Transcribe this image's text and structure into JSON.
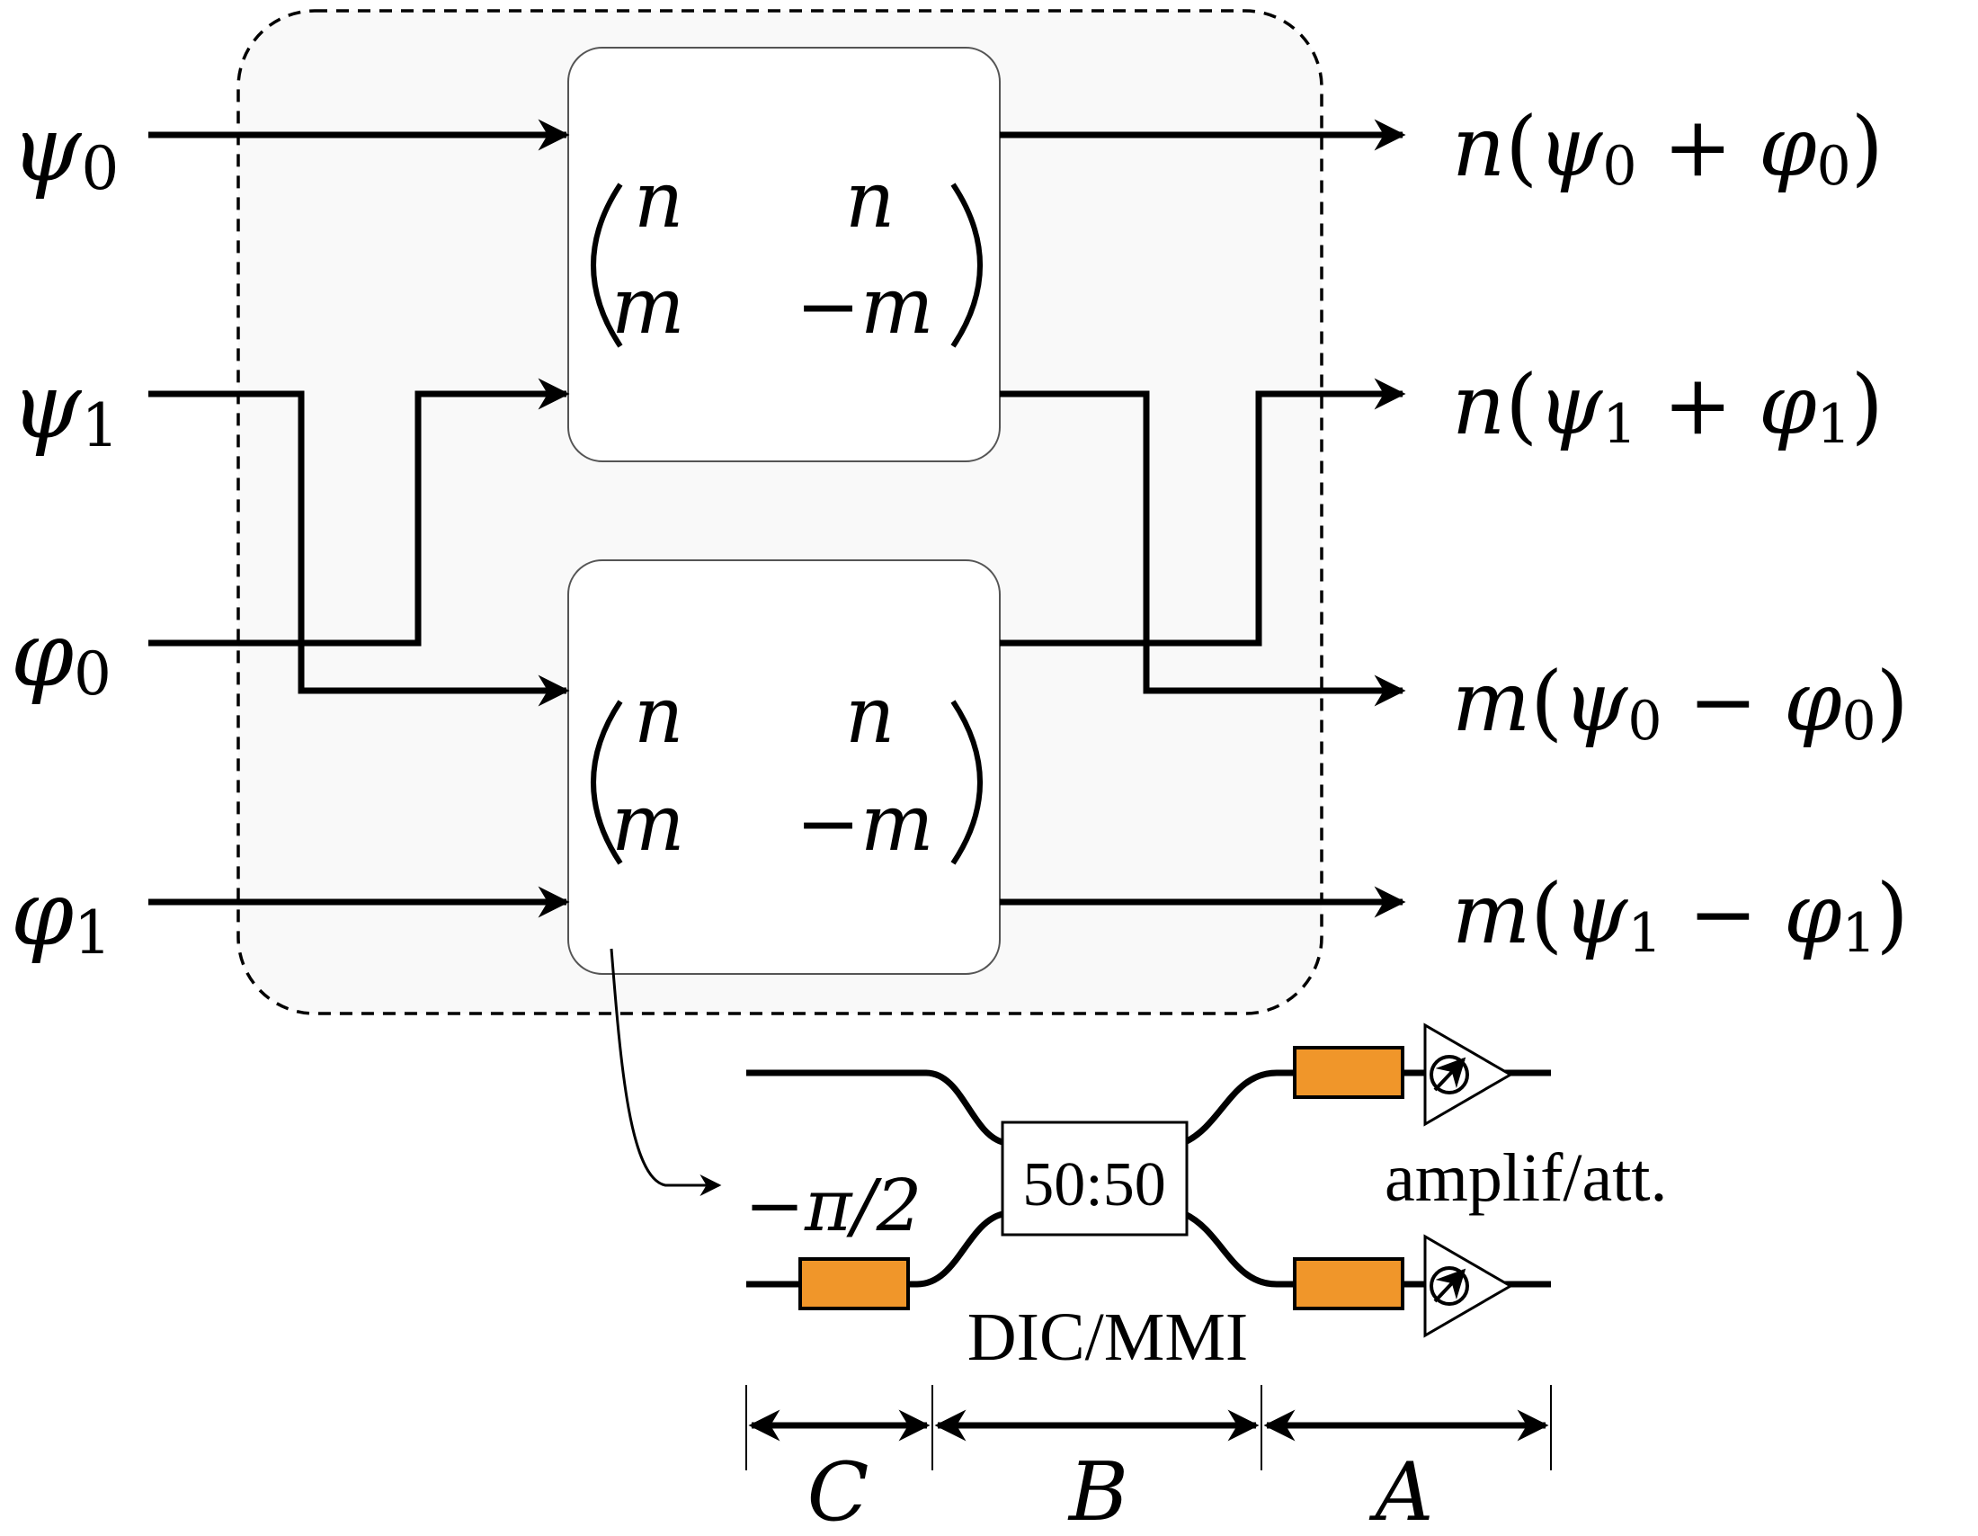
{
  "inputs": {
    "psi0": {
      "base": "ψ",
      "sub": "0"
    },
    "psi1": {
      "base": "ψ",
      "sub": "1"
    },
    "phi0": {
      "base": "φ",
      "sub": "0"
    },
    "phi1": {
      "base": "φ",
      "sub": "1"
    }
  },
  "outputs": [
    {
      "coef": "n",
      "a": "ψ",
      "a_sub": "0",
      "op": "+",
      "b": "φ",
      "b_sub": "0"
    },
    {
      "coef": "n",
      "a": "ψ",
      "a_sub": "1",
      "op": "+",
      "b": "φ",
      "b_sub": "1"
    },
    {
      "coef": "m",
      "a": "ψ",
      "a_sub": "0",
      "op": "−",
      "b": "φ",
      "b_sub": "0"
    },
    {
      "coef": "m",
      "a": "ψ",
      "a_sub": "1",
      "op": "−",
      "b": "φ",
      "b_sub": "1"
    }
  ],
  "matrix": {
    "r1c1": "n",
    "r1c2": "n",
    "r2c1": "m",
    "r2c2": "−m"
  },
  "detail": {
    "phase_label": "−π/2",
    "coupler_label": "50:50",
    "coupler_type": "DIC/MMI",
    "amp_label": "amplif/att.",
    "sections": {
      "c": "C",
      "b": "B",
      "a": "A"
    }
  },
  "colors": {
    "phase_shifter": "#F0962A",
    "block_fill": "#F9F9F9"
  }
}
